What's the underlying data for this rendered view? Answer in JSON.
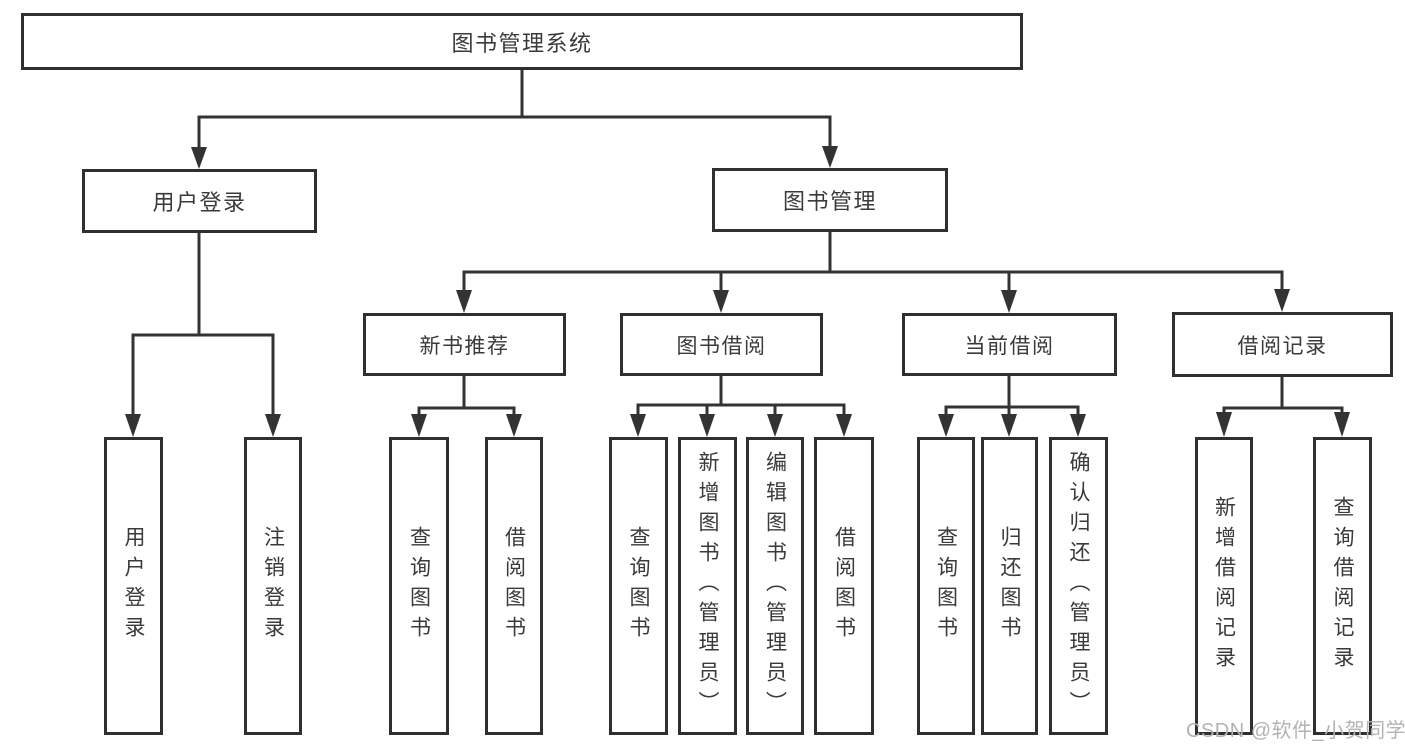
{
  "diagram": {
    "root": {
      "label": "图书管理系统"
    },
    "level2": [
      {
        "label": "用户登录"
      },
      {
        "label": "图书管理"
      }
    ],
    "level3": [
      {
        "label": "新书推荐",
        "parent": "图书管理"
      },
      {
        "label": "图书借阅",
        "parent": "图书管理"
      },
      {
        "label": "当前借阅",
        "parent": "图书管理"
      },
      {
        "label": "借阅记录",
        "parent": "图书管理"
      }
    ],
    "leaves": [
      {
        "label": "用户登录",
        "parent": "用户登录"
      },
      {
        "label": "注销登录",
        "parent": "用户登录"
      },
      {
        "label": "查询图书",
        "parent": "新书推荐"
      },
      {
        "label": "借阅图书",
        "parent": "新书推荐"
      },
      {
        "label": "查询图书",
        "parent": "图书借阅"
      },
      {
        "label": "新增图书（管理员）",
        "parent": "图书借阅"
      },
      {
        "label": "编辑图书（管理员）",
        "parent": "图书借阅"
      },
      {
        "label": "借阅图书",
        "parent": "图书借阅"
      },
      {
        "label": "查询图书",
        "parent": "当前借阅"
      },
      {
        "label": "归还图书",
        "parent": "当前借阅"
      },
      {
        "label": "确认归还（管理员）",
        "parent": "当前借阅"
      },
      {
        "label": "新增借阅记录",
        "parent": "借阅记录"
      },
      {
        "label": "查询借阅记录",
        "parent": "借阅记录"
      }
    ],
    "colors": {
      "line": "#333333",
      "box_border": "#2f2f2f",
      "text": "#3a3a3a",
      "background": "#ffffff",
      "watermark": "#b3b3b3"
    },
    "watermark": "CSDN @软件_小贺同学"
  }
}
